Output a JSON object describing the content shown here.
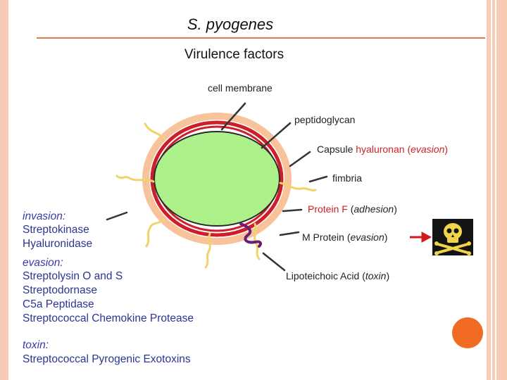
{
  "slide": {
    "title": "S. pyogenes",
    "subtitle": "Virulence factors"
  },
  "diagram": {
    "cell_membrane": "cell membrane",
    "peptidoglycan": "peptidoglycan",
    "capsule": "Capsule",
    "capsule_material": "hyaluronan",
    "capsule_role": "evasion",
    "fimbria": "fimbria",
    "protein_f": "Protein F",
    "protein_f_role": "adhesion",
    "m_protein": "M Protein",
    "m_protein_role": "evasion",
    "lipoteichoic": "Lipoteichoic Acid",
    "lipoteichoic_role": "toxin"
  },
  "factors": {
    "invasion_header": "invasion:",
    "invasion_items": [
      "Streptokinase",
      "Hyaluronidase"
    ],
    "evasion_header": "evasion:",
    "evasion_items": [
      "Streptolysin O and S",
      "Streptodornase",
      "C5a Peptidase",
      "Streptococcal Chemokine Protease"
    ],
    "toxin_header": "toxin:",
    "toxin_items": [
      "Streptococcal Pyrogenic Exotoxins"
    ]
  },
  "icons": {
    "skull": "skull-crossbones-icon",
    "arrow": "red-arrow-icon"
  },
  "colors": {
    "capsule": "#f8c39a",
    "membrane": "#cc1f2a",
    "cytoplasm": "#aef08a",
    "fimbria": "#f1d36a",
    "m_protein": "#6a1f6e",
    "factor_text": "#2c3590",
    "accent": "#f26b22"
  }
}
